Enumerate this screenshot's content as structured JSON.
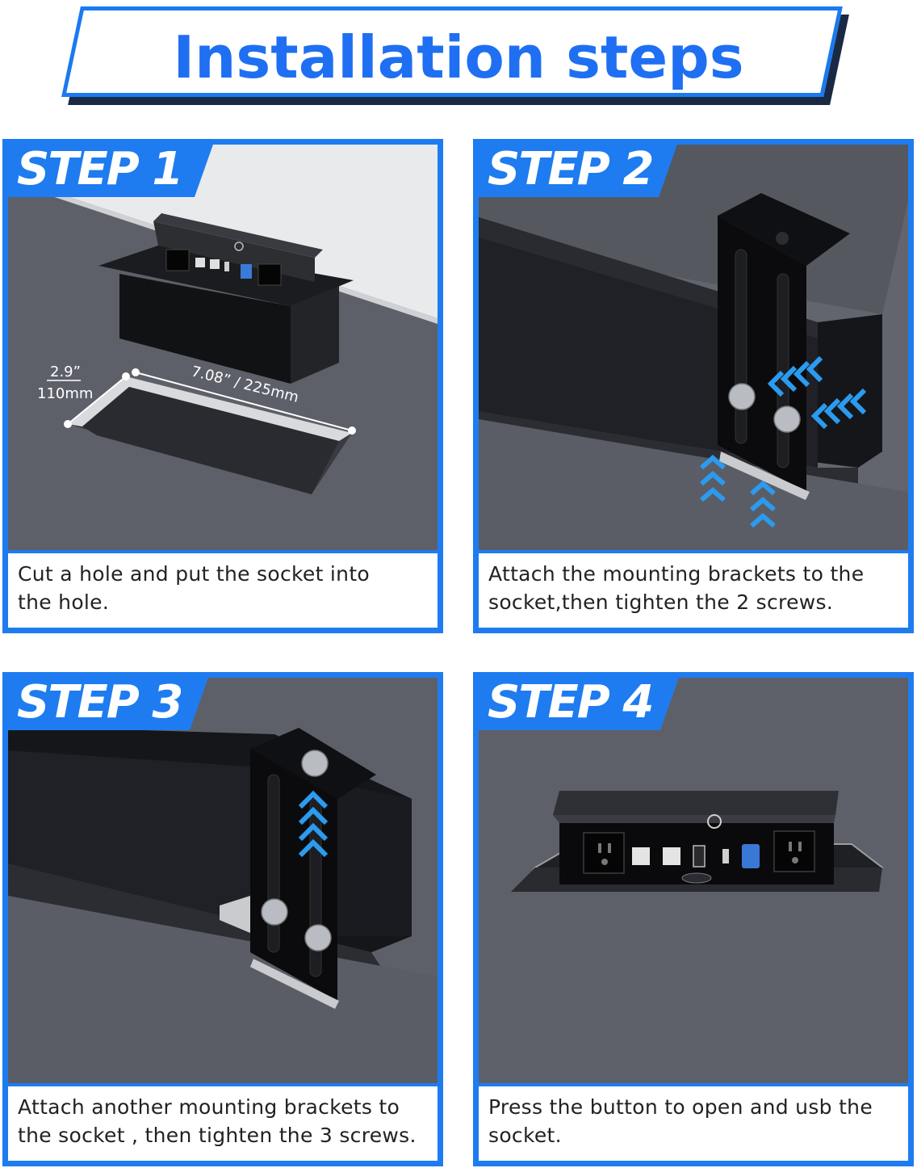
{
  "header": {
    "title": "Installation steps"
  },
  "steps": [
    {
      "label": "STEP 1",
      "caption_line1": "Cut a hole and put the socket into",
      "caption_line2": "the hole."
    },
    {
      "label": "STEP 2",
      "caption_line1": "Attach the mounting brackets to the",
      "caption_line2": "socket,then tighten the 2 screws."
    },
    {
      "label": "STEP 3",
      "caption_line1": "Attach another mounting brackets to",
      "caption_line2": "the socket , then tighten the 3 screws."
    },
    {
      "label": "STEP 4",
      "caption_line1": "Press the button to open and usb the",
      "caption_line2": "socket."
    }
  ],
  "dimensions": {
    "width_in": "2.9”",
    "width_mm": "110mm",
    "length_label": "7.08” / 225mm"
  },
  "colors": {
    "accent": "#1e7cf0",
    "title": "#1f6ff2",
    "surface": "#5b5e66"
  }
}
